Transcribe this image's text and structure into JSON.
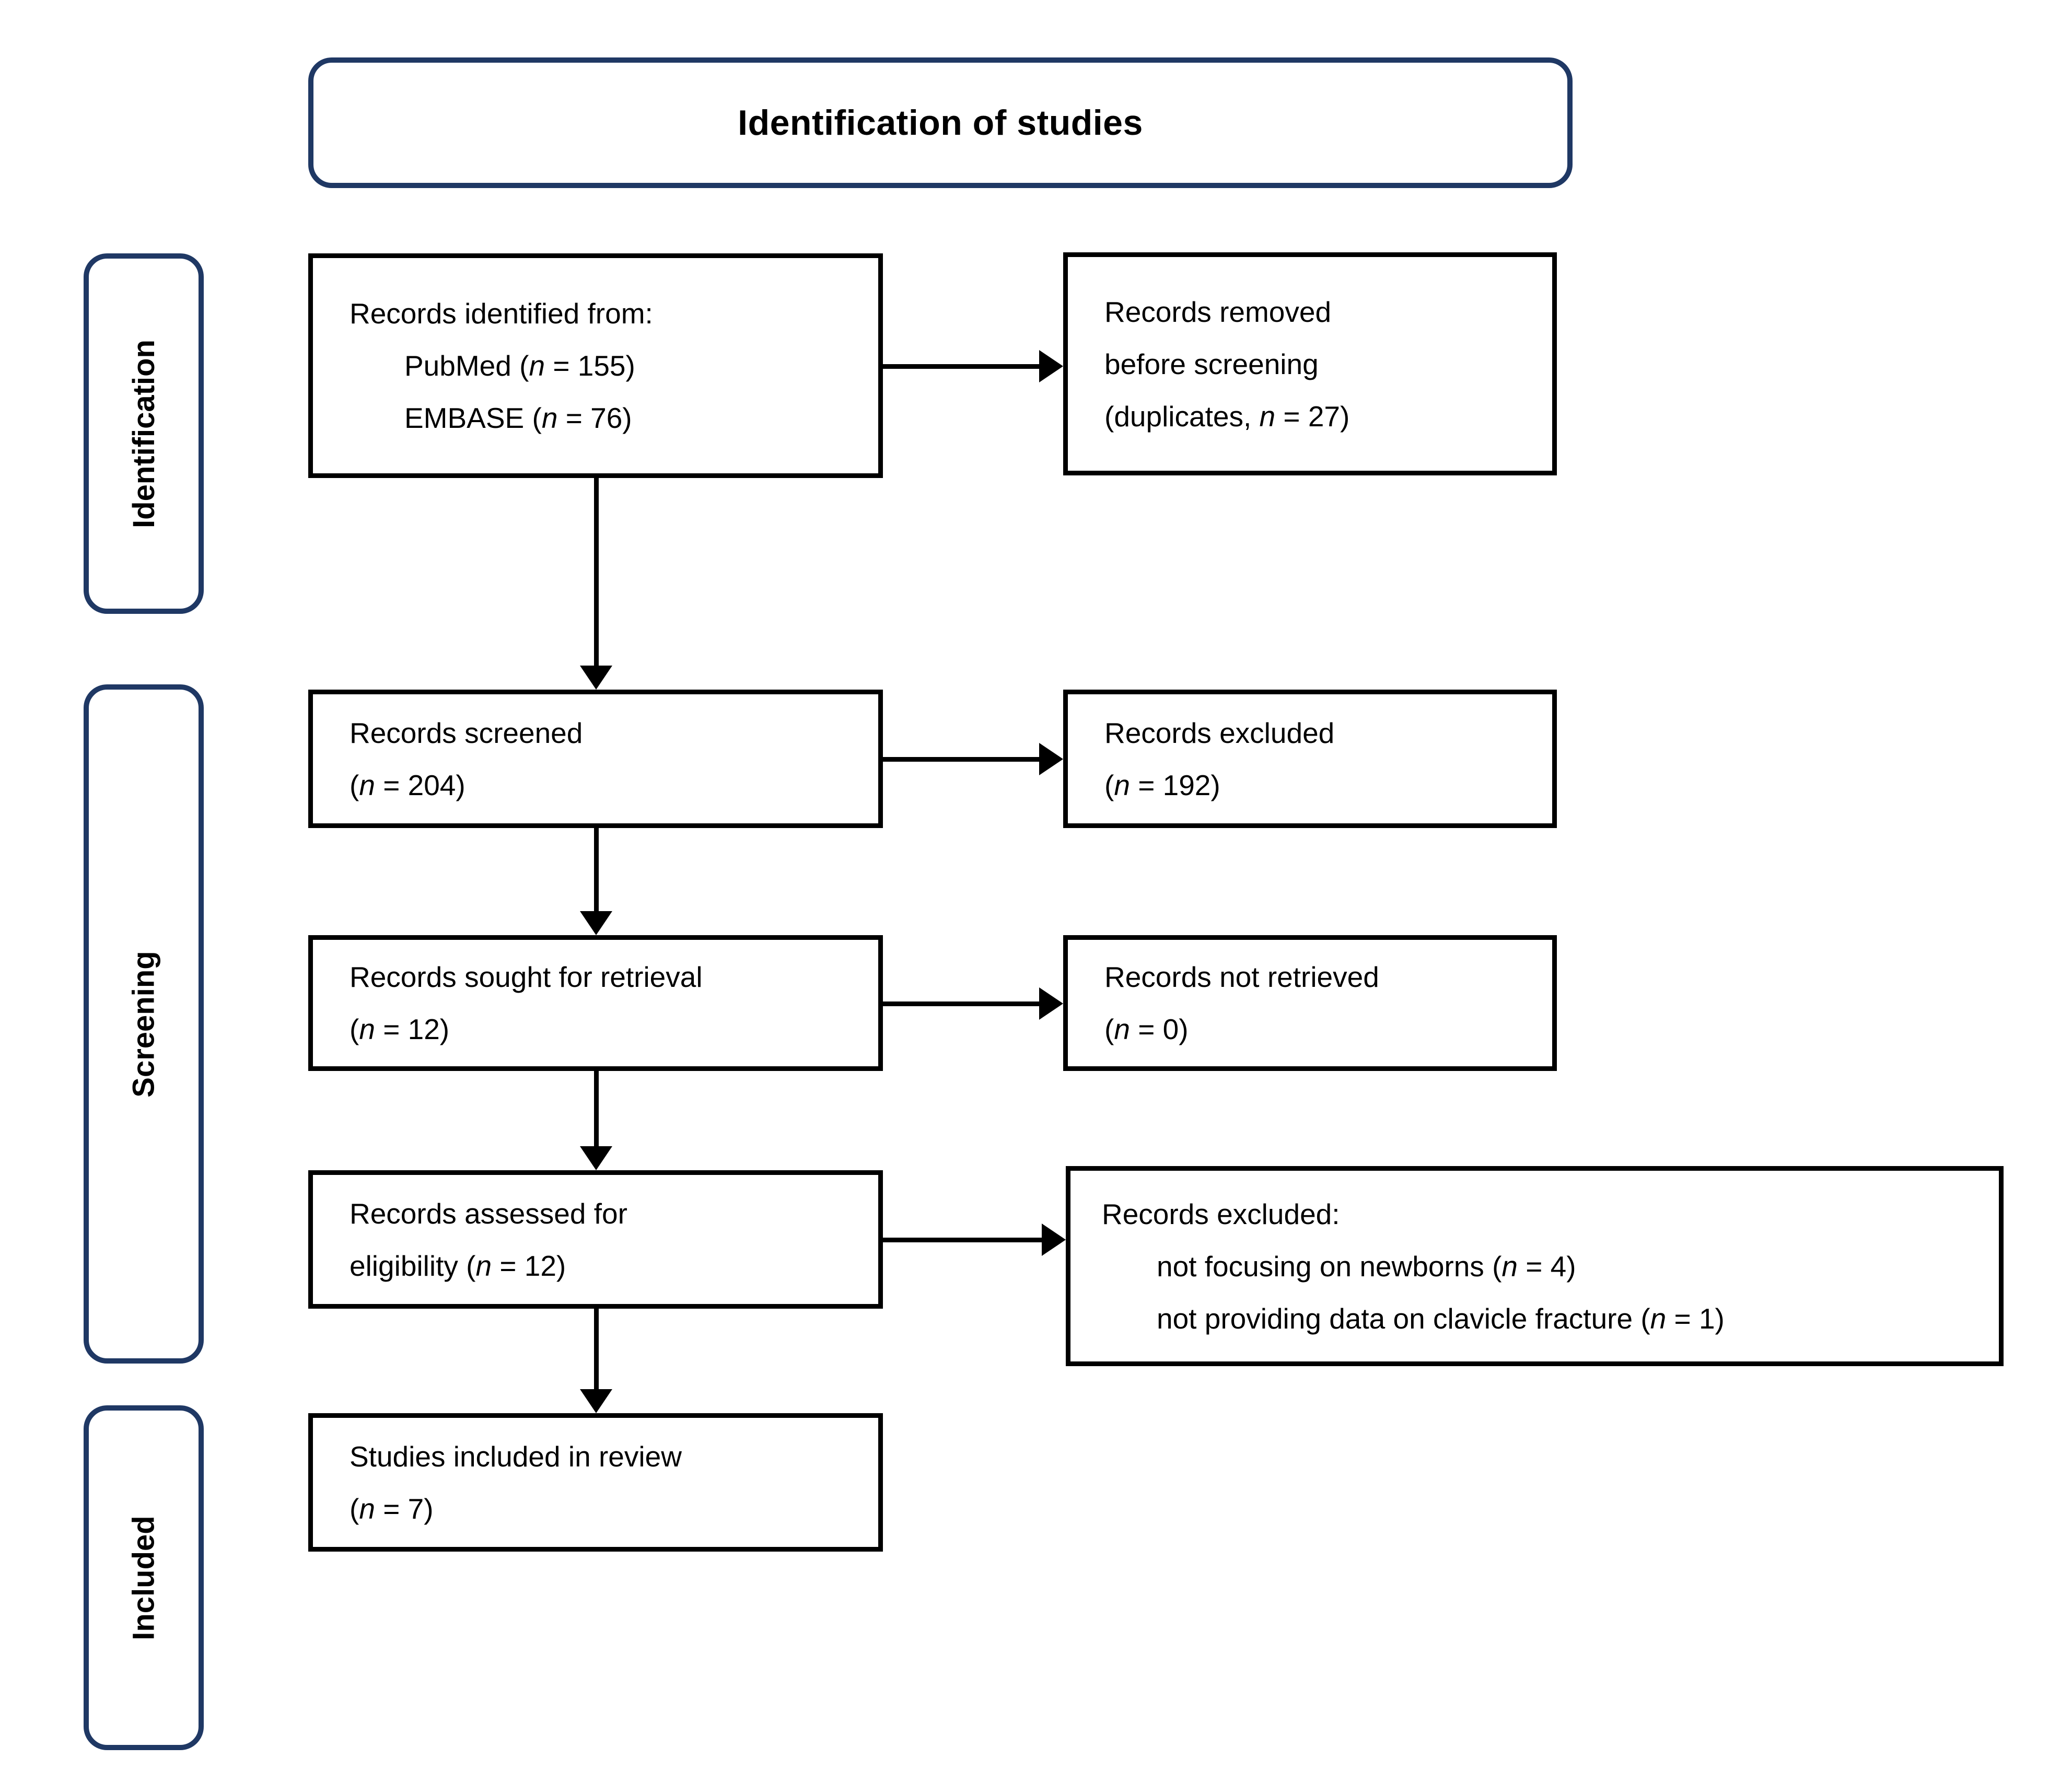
{
  "title": "Identification of studies",
  "stages": [
    {
      "id": "identification",
      "label": "Identification"
    },
    {
      "id": "screening",
      "label": "Screening"
    },
    {
      "id": "included",
      "label": "Included"
    }
  ],
  "boxes": [
    {
      "id": "records-identified",
      "lines": [
        {
          "text": "Records identified from:",
          "indent": 0
        },
        {
          "text": "PubMed (n = 155)",
          "indent": 1
        },
        {
          "text": "EMBASE (n = 76)",
          "indent": 1
        }
      ]
    },
    {
      "id": "records-removed",
      "lines": [
        {
          "text": "Records removed",
          "indent": 0
        },
        {
          "text": "before screening",
          "indent": 0
        },
        {
          "text": "(duplicates, n = 27)",
          "indent": 0
        }
      ]
    },
    {
      "id": "records-screened",
      "lines": [
        {
          "text": "Records screened",
          "indent": 0
        },
        {
          "text": "(n = 204)",
          "indent": 0
        }
      ]
    },
    {
      "id": "records-excluded",
      "lines": [
        {
          "text": "Records excluded",
          "indent": 0
        },
        {
          "text": "(n = 192)",
          "indent": 0
        }
      ]
    },
    {
      "id": "records-sought",
      "lines": [
        {
          "text": "Records sought for retrieval",
          "indent": 0
        },
        {
          "text": "(n = 12)",
          "indent": 0
        }
      ]
    },
    {
      "id": "records-not-retrieved",
      "lines": [
        {
          "text": "Records not retrieved",
          "indent": 0
        },
        {
          "text": "(n = 0)",
          "indent": 0
        }
      ]
    },
    {
      "id": "records-assessed",
      "lines": [
        {
          "text": "Records assessed for",
          "indent": 0
        },
        {
          "text": "eligibility (n = 12)",
          "indent": 0
        }
      ]
    },
    {
      "id": "records-excluded-reasons",
      "lines": [
        {
          "text": "Records excluded:",
          "indent": 0
        },
        {
          "text": "not focusing on newborns (n = 4)",
          "indent": 1
        },
        {
          "text": "not providing data on clavicle fracture (n = 1)",
          "indent": 1
        }
      ]
    },
    {
      "id": "studies-included",
      "lines": [
        {
          "text": "Studies included in review",
          "indent": 0
        },
        {
          "text": "(n = 7)",
          "indent": 0
        }
      ]
    }
  ],
  "colors": {
    "stage_border": "#1f3864",
    "box_border": "#000000",
    "text": "#000000",
    "background": "#ffffff"
  }
}
